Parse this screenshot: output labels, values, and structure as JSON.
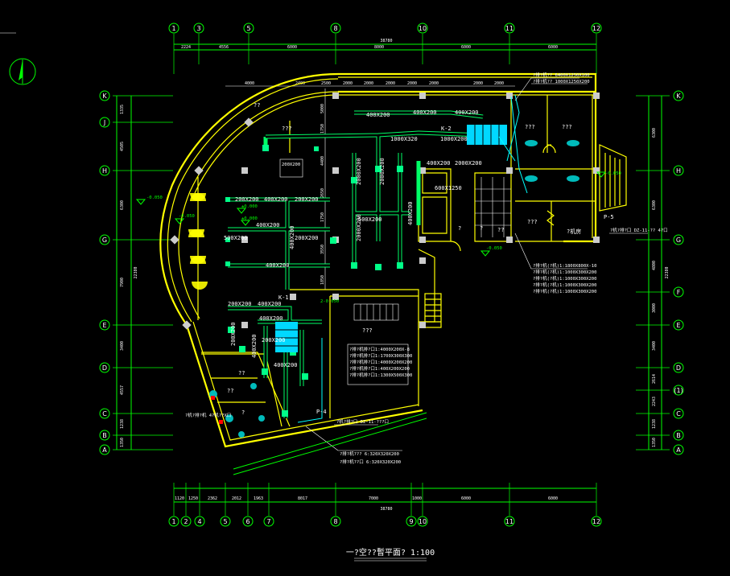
{
  "drawing": {
    "title": "一?空??暫平面? 1:100",
    "north_symbol": "north-arrow-icon"
  },
  "axes": {
    "top": [
      "1",
      "3",
      "5",
      "8",
      "10",
      "11",
      "12"
    ],
    "bottom": [
      "1",
      "2",
      "4",
      "5",
      "6",
      "7",
      "8",
      "9",
      "10",
      "11",
      "12"
    ],
    "left": [
      "K",
      "J",
      "H",
      "G",
      "E",
      "D",
      "C",
      "B",
      "A"
    ],
    "right": [
      "K",
      "H",
      "G",
      "F",
      "E",
      "D",
      "(1)",
      "C",
      "B",
      "A"
    ]
  },
  "dimensions": {
    "top_overall": "38780",
    "top_row": [
      "2224",
      "4556",
      "6000",
      "8000",
      "6000",
      "6000"
    ],
    "top_mid": [
      "8000",
      "8000"
    ],
    "bottom_overall": "38780",
    "bottom_row": [
      "1120",
      "1250",
      "2362",
      "2012",
      "1963",
      "8017",
      "7000",
      "1000",
      "6000",
      "6000"
    ],
    "left_overall": "22380",
    "left_row": [
      "1335",
      "4505",
      "6300",
      "7900",
      "3400",
      "4557",
      "1238",
      "1350"
    ],
    "right_overall": "22380",
    "right_row": [
      "6300",
      "4800",
      "3000",
      "3400",
      "2614",
      "2243",
      "1238",
      "1350"
    ],
    "inner_top": [
      "4000",
      "2400",
      "2500",
      "2000",
      "2000",
      "2000",
      "2000",
      "2000",
      "2000",
      "2000"
    ],
    "inner_left": [
      "5000",
      "1750",
      "4400",
      "2650",
      "1750",
      "3550",
      "1850"
    ]
  },
  "duct_labels": [
    "200X200",
    "400X200",
    "2000X200",
    "400X200",
    "1000X200",
    "1000X320",
    "400X200",
    "500X200",
    "600X1250",
    "200X200",
    "400X200",
    "200X200",
    "400X200",
    "500X200",
    "200X200",
    "400X200",
    "200X200",
    "400X200",
    "200X200",
    "400X200",
    "200X200",
    "400X200",
    "400X200"
  ],
  "tags": {
    "k2": "K-2",
    "k1": "K-1",
    "p4": "P-4",
    "p5": "P-5",
    "level": "2-0.050",
    "level_a": "±0.000",
    "level_b": "-0.050",
    "room_q": "???",
    "room_qq": "??",
    "room_q1": "?",
    "fan_room": "?机房"
  },
  "notes": {
    "ne_1": "?排?机?? 6400X1250X100",
    "ne_2": "?排?机?? 1000X1250X200",
    "mid_r1": "?排?机(?机)1:1800X800X-10",
    "mid_r2": "?排?机(?机)1:1000X300X200",
    "mid_r3": "?排?机(?机)1:1000X300X200",
    "mid_r4": "?排?机(?机)1:1000X300X200",
    "mid_r5": "?排?机(?机)1:1000X300X200",
    "cen_1": "?排?机排?口1:4000X200X-8",
    "cen_2": "?排?机排?口1:1700X300X300",
    "cen_3": "?排?机排?口1:4000X200X200",
    "cen_4": "?排?机排?口1:400X200X200",
    "cen_5": "?排?机排?口1:1300X500X300",
    "p5_note": "?机?排?口 DZ-11-?? 4?口",
    "p4_note": "?机?排?口 DZ-11-???口",
    "bot_1": "?排?机??? 6:320X320X200",
    "bot_2": "?排?机??口 6:320X320X200",
    "left_note": "?机?排?机 4?机??X口"
  }
}
